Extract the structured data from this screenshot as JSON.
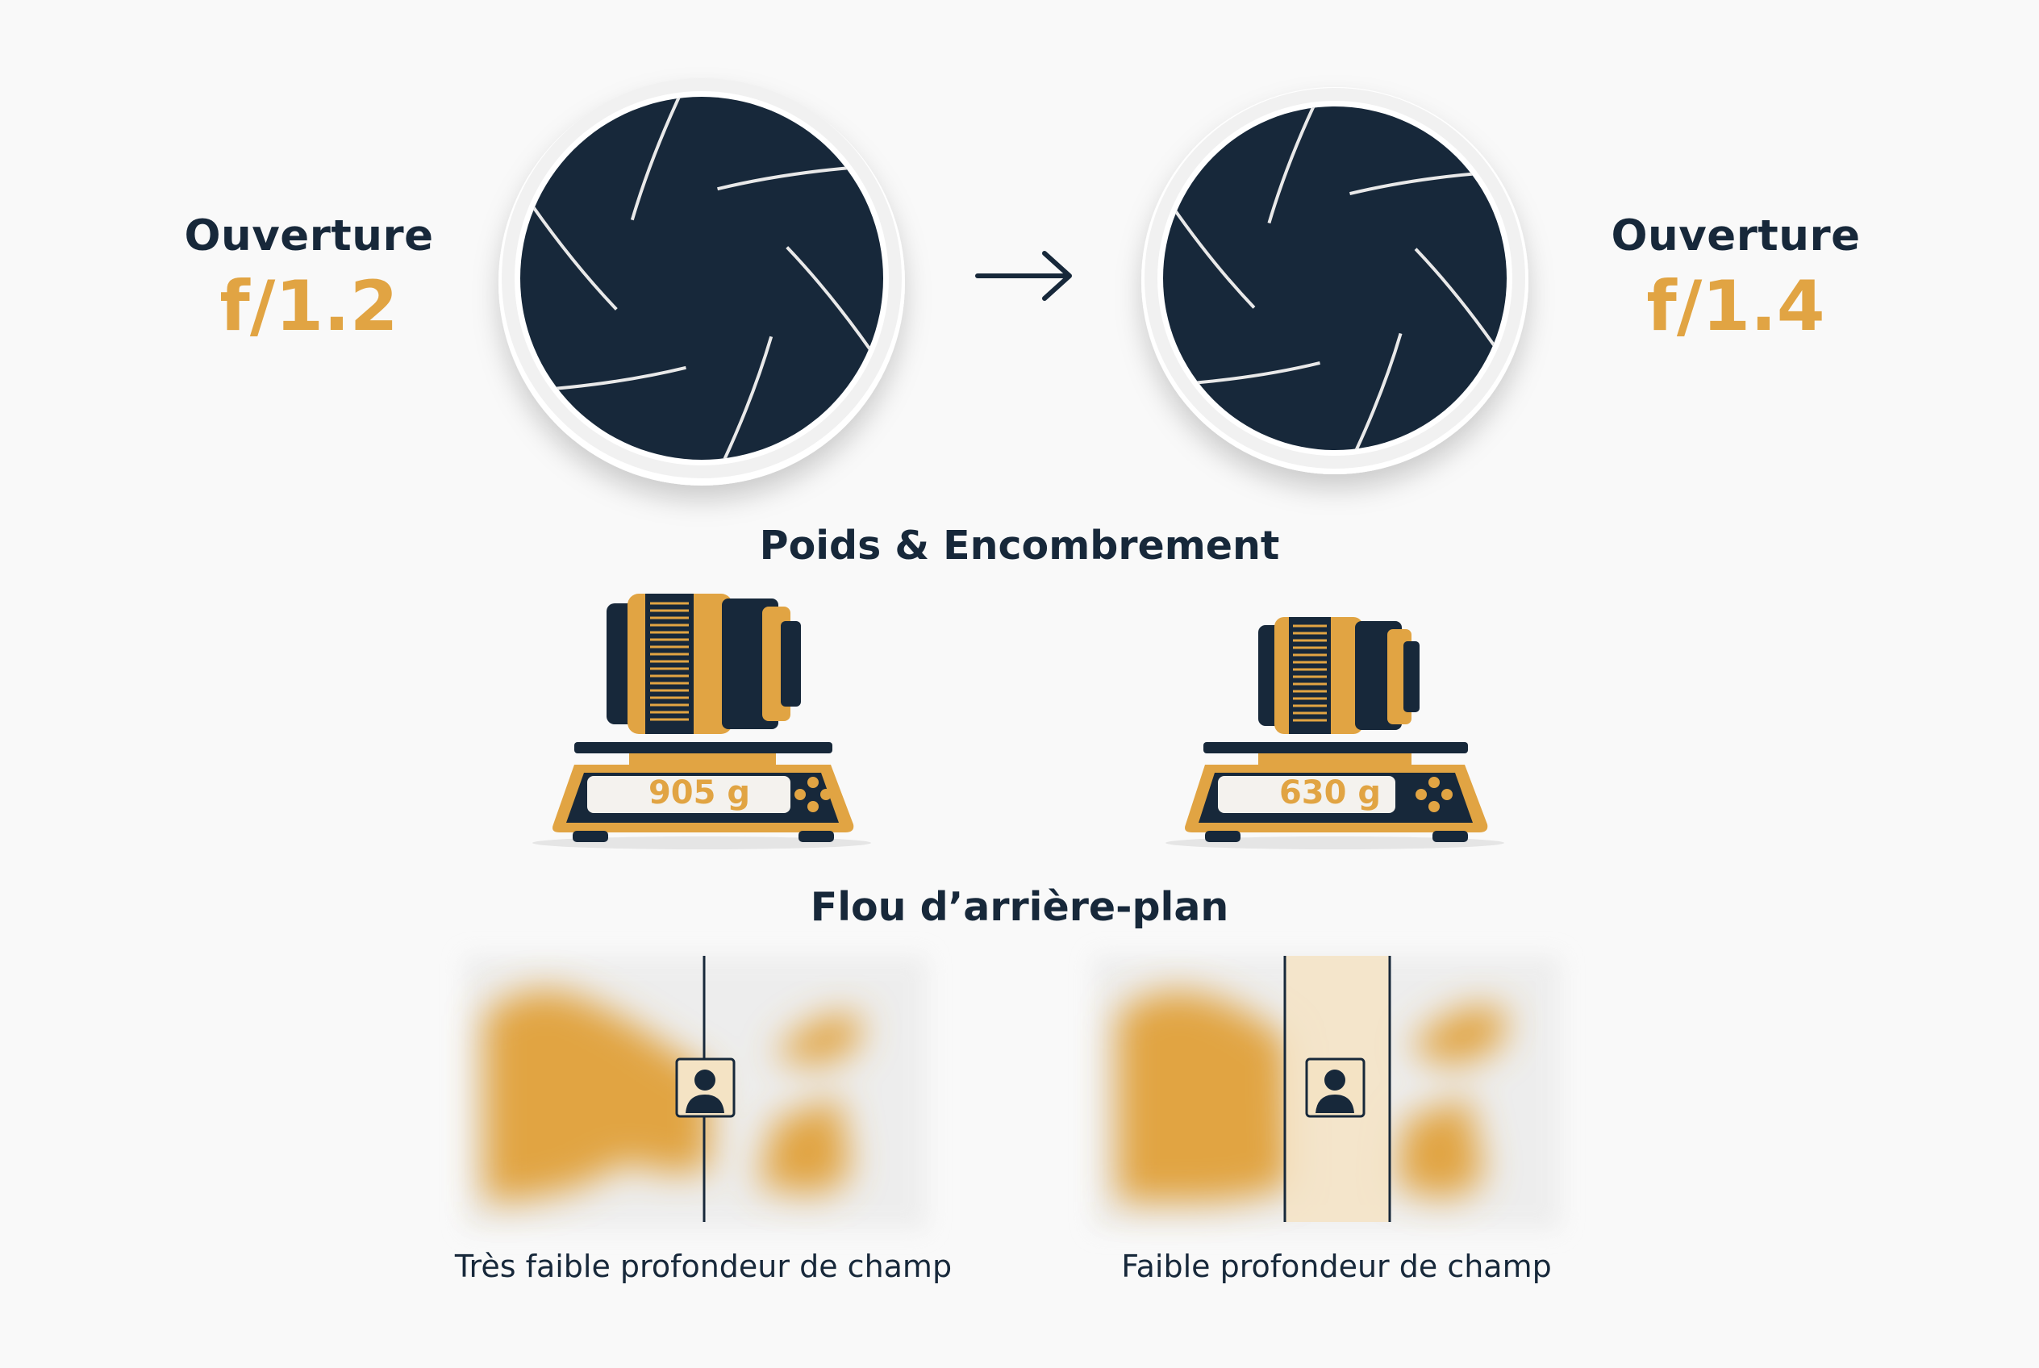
{
  "aperture": {
    "left": {
      "word": "Ouverture",
      "value": "f/1.2"
    },
    "right": {
      "word": "Ouverture",
      "value": "f/1.4"
    },
    "arrow_icon": "arrow-right-icon"
  },
  "weight": {
    "title": "Poids & Encombrement",
    "left_reading": "905 g",
    "right_reading": "630 g"
  },
  "blur": {
    "title": "Flou d’arrière-plan",
    "left_caption": "Très faible profondeur de champ",
    "right_caption": "Faible profondeur de champ"
  },
  "colors": {
    "navy": "#17283a",
    "gold": "#e1a443",
    "background": "#f9f9f9"
  }
}
